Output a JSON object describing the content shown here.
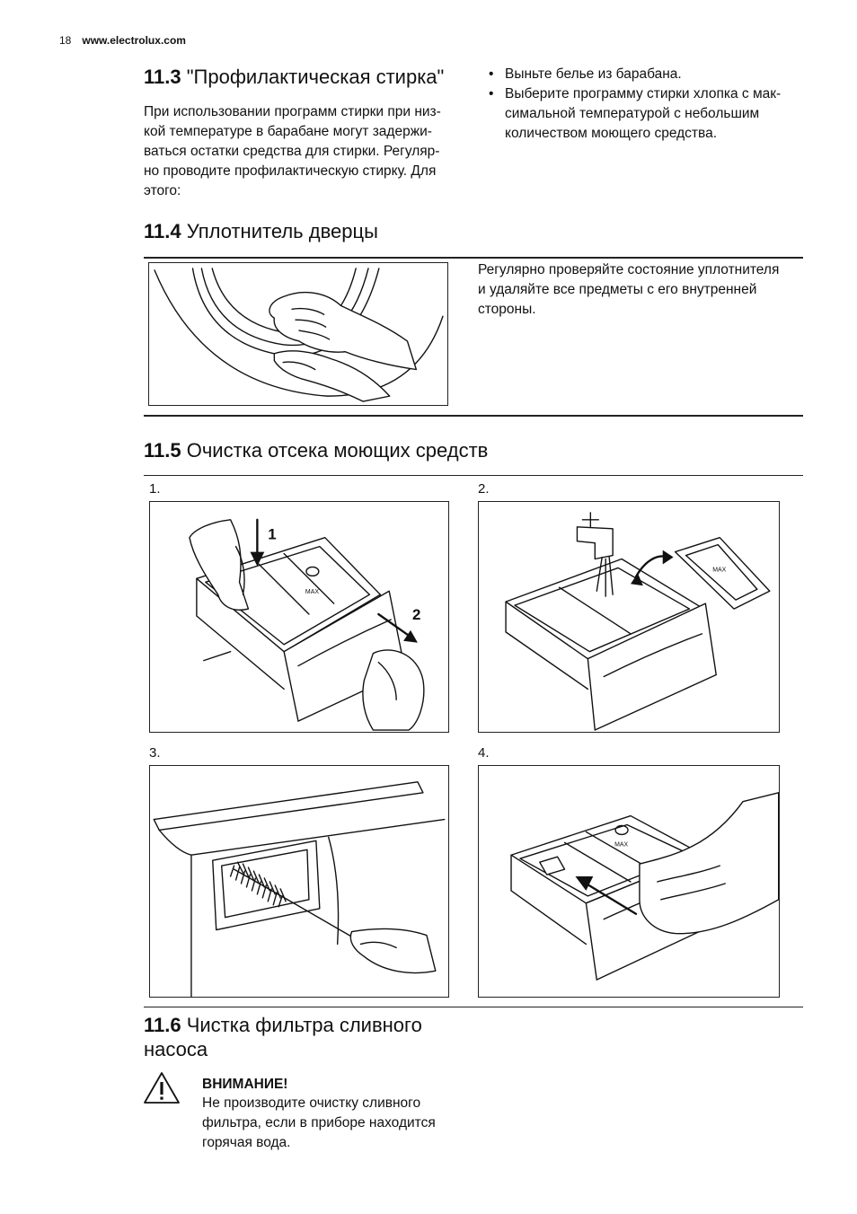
{
  "header": {
    "page_number": "18",
    "website": "www.electrolux.com"
  },
  "section_11_3": {
    "number": "11.3",
    "title": "\"Профилактическая стирка\"",
    "lines": [
      "При использовании программ стирки при низ-",
      "кой температуре в барабане могут задержи-",
      "ваться остатки средства для стирки. Регуляр-",
      "но проводите профилактическую стирку. Для",
      "этого:"
    ],
    "bullets": [
      {
        "lines": [
          "Выньте белье из барабана."
        ]
      },
      {
        "lines": [
          "Выберите программу стирки хлопка с мак-",
          "симальной температурой с небольшим",
          "количеством моющего средства."
        ]
      }
    ]
  },
  "section_11_4": {
    "number": "11.4",
    "title": "Уплотнитель дверцы",
    "lines": [
      "Регулярно проверяйте состояние уплотнителя",
      "и удаляйте все предметы с его внутренней",
      "стороны."
    ]
  },
  "section_11_5": {
    "number": "11.5",
    "title": "Очистка отсека моющих средств",
    "steps": [
      {
        "label": "1.",
        "arrow_labels": [
          "1",
          "2"
        ]
      },
      {
        "label": "2."
      },
      {
        "label": "3."
      },
      {
        "label": "4."
      }
    ],
    "dispenser_marking": "MAX"
  },
  "section_11_6": {
    "number": "11.6",
    "title_lines": [
      "Чистка фильтра сливного",
      "насоса"
    ],
    "warning": {
      "icon": "warning-triangle-icon",
      "title": "ВНИМАНИЕ!",
      "lines": [
        "Не производите очистку сливного",
        "фильтра, если в приборе находится",
        "горячая вода."
      ]
    }
  }
}
